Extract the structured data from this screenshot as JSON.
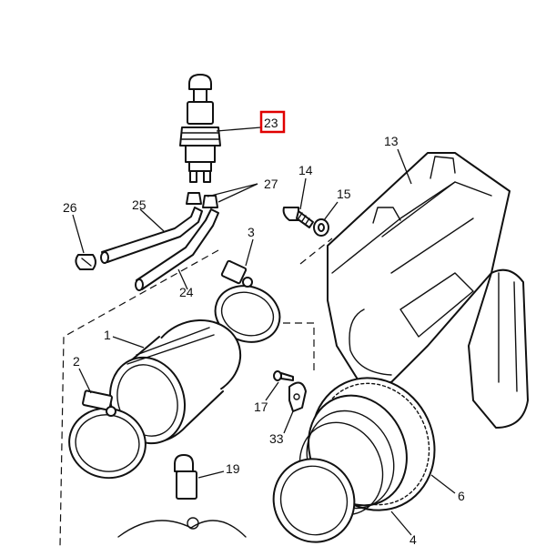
{
  "labels": {
    "p1": "1",
    "p2": "2",
    "p3": "3",
    "p4": "4",
    "p6": "6",
    "p13": "13",
    "p14": "14",
    "p15": "15",
    "p17": "17",
    "p19": "19",
    "p23": "23",
    "p24": "24",
    "p25": "25",
    "p26": "26",
    "p27": "27",
    "p33": "33"
  },
  "highlight": {
    "part": "23",
    "color": "#e00000"
  }
}
